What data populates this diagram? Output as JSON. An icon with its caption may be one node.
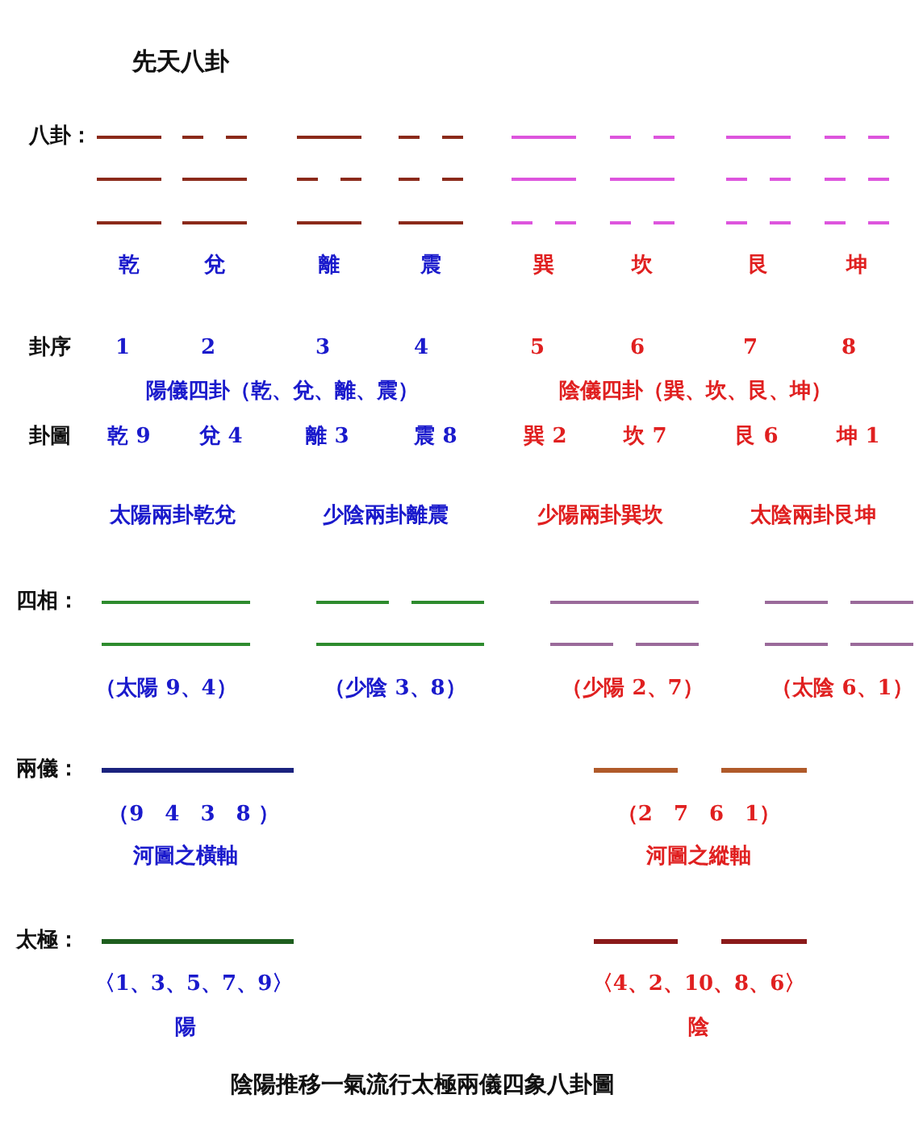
{
  "diagram": {
    "title": "先天八卦",
    "caption": "陰陽推移一氣流行太極兩儀四象八卦圖",
    "labels": [
      "八卦：",
      "乾",
      "兌",
      "離",
      "震",
      "巽",
      "坎",
      "艮",
      "坤",
      "卦序",
      "1",
      "2",
      "3",
      "4",
      "5",
      "6",
      "7",
      "8",
      "陽儀四卦（乾、兌、離、震）",
      "陰儀四卦（巽、坎、艮、坤）",
      "卦圖",
      "乾 9",
      "兌 4",
      "離 3",
      "震 8",
      "巽 2",
      "坎 7",
      "艮 6",
      "坤 1",
      "太陽兩卦乾兌",
      "少陰兩卦離震",
      "少陽兩卦巽坎",
      "太陰兩卦艮坤",
      "四相：",
      "（太陽 9、4）",
      "（少陰 3、8）",
      "（少陽 2、7）",
      "（太陰 6、1）",
      "兩儀：",
      "（9　4　3　8 ）",
      "（2　7　6　1）",
      "河圖之橫軸",
      "河圖之縱軸",
      "太極：",
      "〈1、3、5、7、9〉",
      "陽",
      "〈4、2、10、8、6〉",
      "陰"
    ]
  }
}
